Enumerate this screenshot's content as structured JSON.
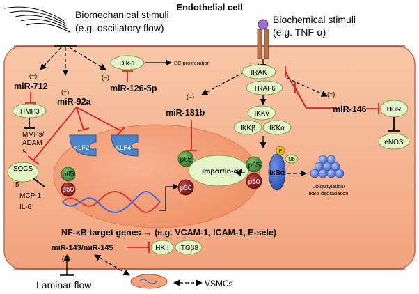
{
  "title": "Endothelial cell",
  "stimuli": {
    "biomech_line1": "Biomechanical stimuli",
    "biomech_line2": "(e.g. oscillatory flow)",
    "biochem_line1": "Biochemical stimuli",
    "biochem_line2": "(e.g. TNF-α)"
  },
  "mirnas": {
    "mir712": "miR-712",
    "mir92a": "miR-92a",
    "mir126": "miR-126-5p",
    "mir181b": "miR-181b",
    "mir146": "miR-146",
    "mir143": "miR-143/miR-145"
  },
  "signs": {
    "plus": "(+)",
    "minus": "(–)"
  },
  "nodes": {
    "dlk1": "Dlk-1",
    "ec_prolif": "EC proliferation",
    "timp3": "TIMP3",
    "mmps_1": "MMPs/",
    "mmps_2": "ADAM",
    "mmps_3": "s",
    "socs_1": "SOCS",
    "socs_2": "5",
    "mcp1": "MCP-1",
    "il6": "IL-6",
    "klf2": "KLF2",
    "klf4": "KLF4",
    "p65": "p65",
    "p50": "p50",
    "importin": "Importin-α3",
    "irak": "IRAK",
    "traf6": "TRAF6",
    "ikkg": "IKKγ",
    "ikkb": "IKKβ",
    "ikka": "IKKα",
    "ikba": "IκBα",
    "p_label": "P",
    "ub_label": "Ub",
    "ubiq_1": "Ubiquitylation/",
    "ubiq_2": "IκBα degradation",
    "hur": "HuR",
    "enos": "eNOS",
    "nfkb_genes": "NF-κB target genes → (e.g. VCAM-1, ICAM-1, E-sele)",
    "hkii": "HKII",
    "itgb8": "ITGβ8",
    "laminar": "Laminar flow",
    "vsmcs": "VSMCs"
  },
  "colors": {
    "cell_fill": "#f6b48c",
    "nucleus_fill": "#f39a70",
    "node_green": "#e4f3c8",
    "node_green_dark": "#cfe6a2",
    "p65_green": "#3f8e3a",
    "p50_red": "#8e1a1a",
    "klf_blue": "#4a86c8",
    "ikba_blue": "#3a62c6",
    "inhibit_red": "#e02020",
    "membrane": "#b03020",
    "ub_blue": "#6a8ee0",
    "p_yellow": "#f3c200"
  }
}
